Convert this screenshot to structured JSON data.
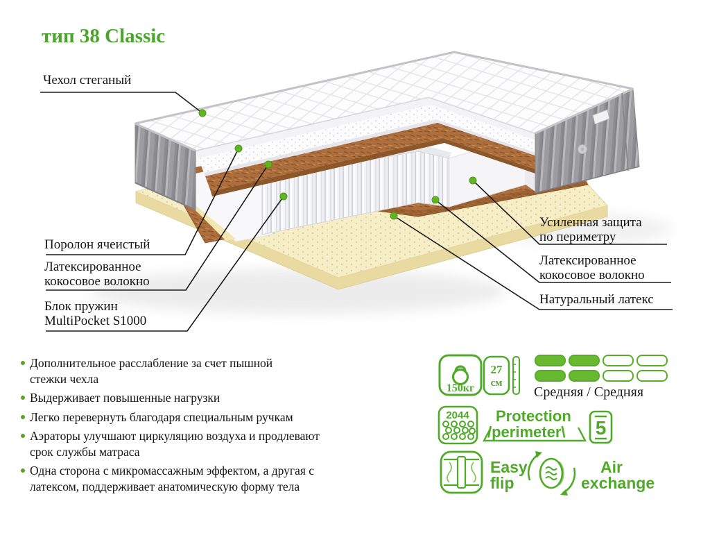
{
  "title": "тип 38 Classic",
  "callouts": {
    "cover": {
      "lines": [
        "Чехол стеганый"
      ]
    },
    "foam": {
      "lines": [
        "Поролон ячеистый"
      ]
    },
    "coco_left": {
      "lines": [
        "Латексированное",
        "кокосовое волокно"
      ]
    },
    "springs": {
      "lines": [
        "Блок пружин",
        "MultiPocket S1000"
      ]
    },
    "perimeter": {
      "lines": [
        "Усиленная защита",
        "по периметру"
      ]
    },
    "coco_right": {
      "lines": [
        "Латексированное",
        "кокосовое волокно"
      ]
    },
    "latex": {
      "lines": [
        "Натуральный латекс"
      ]
    }
  },
  "features": [
    {
      "lines": [
        "Дополнительное расслабление за счет пышной",
        "стежки чехла"
      ]
    },
    {
      "lines": [
        "Выдерживает повышенные нагрузки"
      ]
    },
    {
      "lines": [
        "Легко перевернуть благодаря специальным ручкам"
      ]
    },
    {
      "lines": [
        "Аэраторы улучшают циркуляцию воздуха и продлевают",
        "срок службы матраса"
      ]
    },
    {
      "lines": [
        "Одна сторона с микромассажным эффектом, а другая с",
        "латексом, поддерживает анатомическую форму тела"
      ]
    }
  ],
  "specs": {
    "max_weight": "150кг",
    "height_value": "27",
    "height_unit": "см",
    "firmness": "Средняя / Средняя",
    "springs_count": "2044",
    "protection_line1": "Protection",
    "protection_line2": "/perimeter\\",
    "warranty_years": "5",
    "flip_line1": "Easy",
    "flip_line2": "flip",
    "air_line1": "Air",
    "air_line2": "exchange"
  },
  "colors": {
    "title_green": "#4aa62a",
    "icon_green": "#4faa28",
    "fill_green": "#68b92f",
    "dot_green": "#62b424",
    "coco_brown": "#ad6e3e",
    "latex_cream": "#f6eec6",
    "fabric_gray": "#9d9da1",
    "text": "#141414"
  }
}
